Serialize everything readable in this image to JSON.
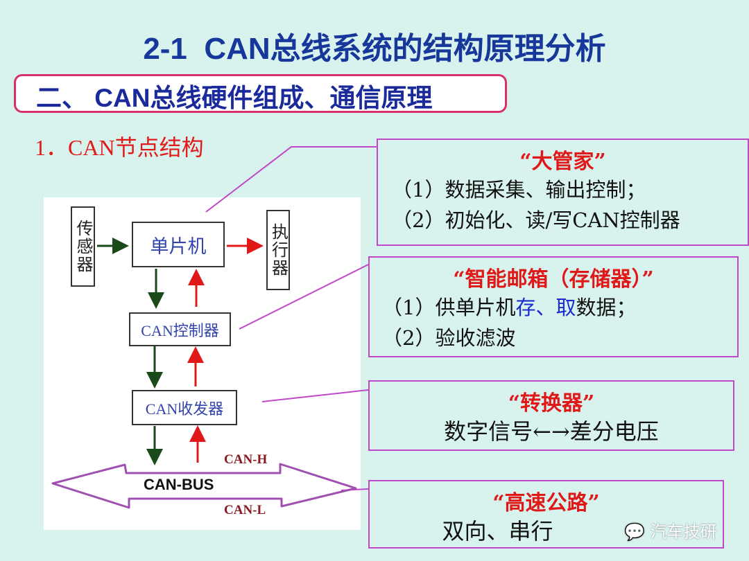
{
  "title": "2-1  CAN总线系统的结构原理分析",
  "subtitle": "二、 CAN总线硬件组成、通信原理",
  "section": "1．CAN节点结构",
  "diagram": {
    "sensor": "传感器",
    "mcu": "单片机",
    "actuator": "执行器",
    "controller": "CAN控制器",
    "transceiver": "CAN收发器",
    "can_h": "CAN-H",
    "can_bus": "CAN-BUS",
    "can_l": "CAN-L"
  },
  "callouts": [
    {
      "title": "“大管家”",
      "lines": [
        "（1）数据采集、输出控制；",
        "（2）初始化、读/写CAN控制器"
      ]
    },
    {
      "title": "“智能邮箱（存储器）”",
      "line1_a": "（1）供单片机",
      "line1_b": "存、取",
      "line1_c": "数据；",
      "line2": "（2）验收滤波"
    },
    {
      "title": "“转换器”",
      "line": "数字信号←→差分电压"
    },
    {
      "title": "“高速公路”",
      "line": "双向、串行"
    }
  ],
  "watermark": "汽车技研",
  "colors": {
    "background": "#d8f2ee",
    "title": "#17379a",
    "accent_red": "#e01818",
    "callout_border": "#c048c8",
    "bus": "#a050b0"
  }
}
